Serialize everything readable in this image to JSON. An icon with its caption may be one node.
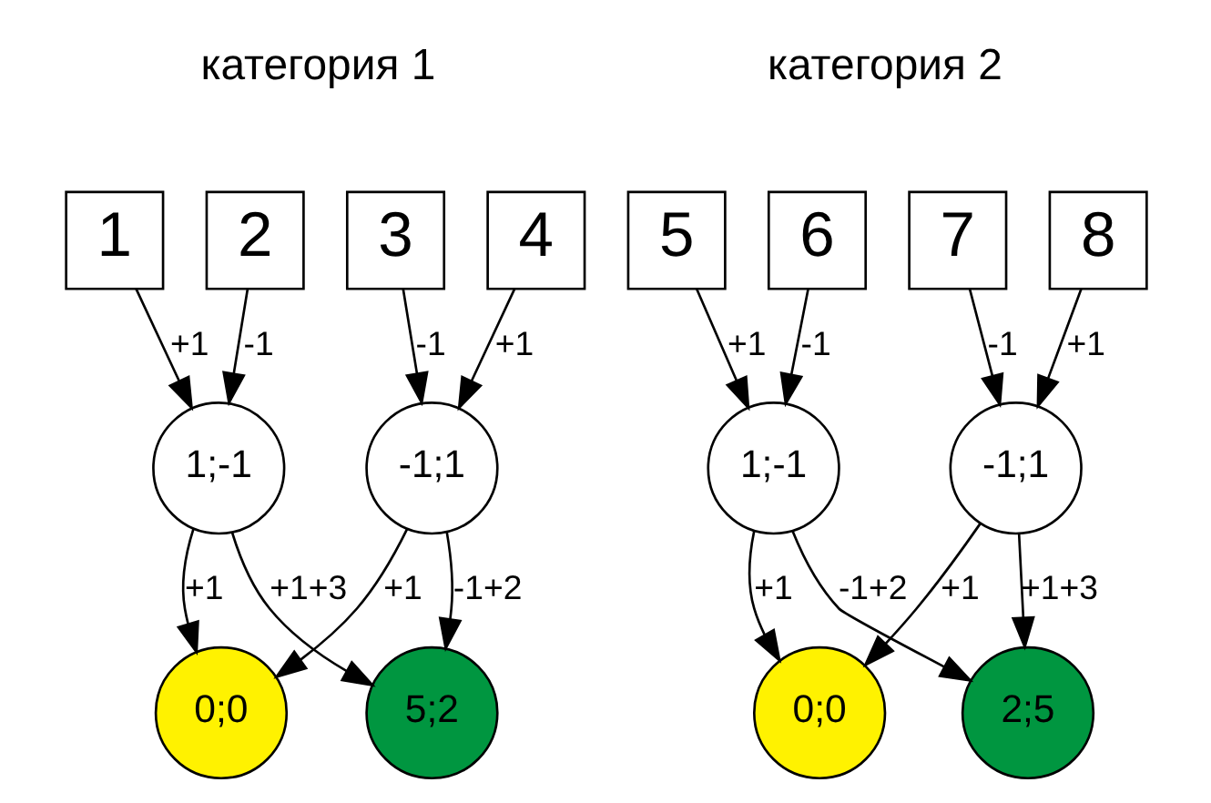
{
  "diagram": {
    "nodes": [
      {
        "text": [
          "1"
        ]
      },
      {
        "text": [
          "2"
        ]
      },
      {
        "text": [
          "3"
        ]
      },
      {
        "text": [
          "4"
        ]
      },
      {
        "text": [
          "1;-1"
        ]
      },
      {
        "text": [
          "-1;1"
        ]
      },
      {
        "text": [
          "0;0"
        ]
      },
      {
        "text": [
          "5;2"
        ]
      },
      {
        "text": [
          "5"
        ]
      },
      {
        "text": [
          "6"
        ]
      },
      {
        "text": [
          "7"
        ]
      },
      {
        "text": [
          "8"
        ]
      },
      {
        "text": [
          "1;-1"
        ]
      },
      {
        "text": [
          "-1;1"
        ]
      },
      {
        "text": [
          "0;0"
        ]
      },
      {
        "text": [
          "2;5"
        ]
      }
    ],
    "edges": [
      {
        "from": 0,
        "to": 4,
        "arrow": "to",
        "label": "+1"
      },
      {
        "from": 1,
        "to": 4,
        "arrow": "to",
        "label": "-1"
      },
      {
        "from": 2,
        "to": 5,
        "arrow": "to",
        "label": "-1"
      },
      {
        "from": 3,
        "to": 5,
        "arrow": "to",
        "label": "+1"
      },
      {
        "from": 4,
        "to": 6,
        "arrow": "to",
        "label": "+1"
      },
      {
        "from": 5,
        "to": 6,
        "arrow": "to",
        "label": "+1"
      },
      {
        "from": 4,
        "to": 7,
        "arrow": "to",
        "label": "+1+3"
      },
      {
        "from": 5,
        "to": 7,
        "arrow": "to",
        "label": "-1+2"
      },
      {
        "from": 8,
        "to": 12,
        "arrow": "to",
        "label": "+1"
      },
      {
        "from": 9,
        "to": 12,
        "arrow": "to",
        "label": "-1"
      },
      {
        "from": 10,
        "to": 13,
        "arrow": "to",
        "label": "-1"
      },
      {
        "from": 11,
        "to": 13,
        "arrow": "to",
        "label": "+1"
      },
      {
        "from": 12,
        "to": 14,
        "arrow": "to",
        "label": "+1"
      },
      {
        "from": 13,
        "to": 14,
        "arrow": "to",
        "label": "+1"
      },
      {
        "from": 12,
        "to": 15,
        "arrow": "to",
        "label": "-1+2"
      },
      {
        "from": 13,
        "to": 15,
        "arrow": "to",
        "label": "+1+3"
      }
    ],
    "labels": [
      "категория 1",
      "категория 2"
    ]
  }
}
